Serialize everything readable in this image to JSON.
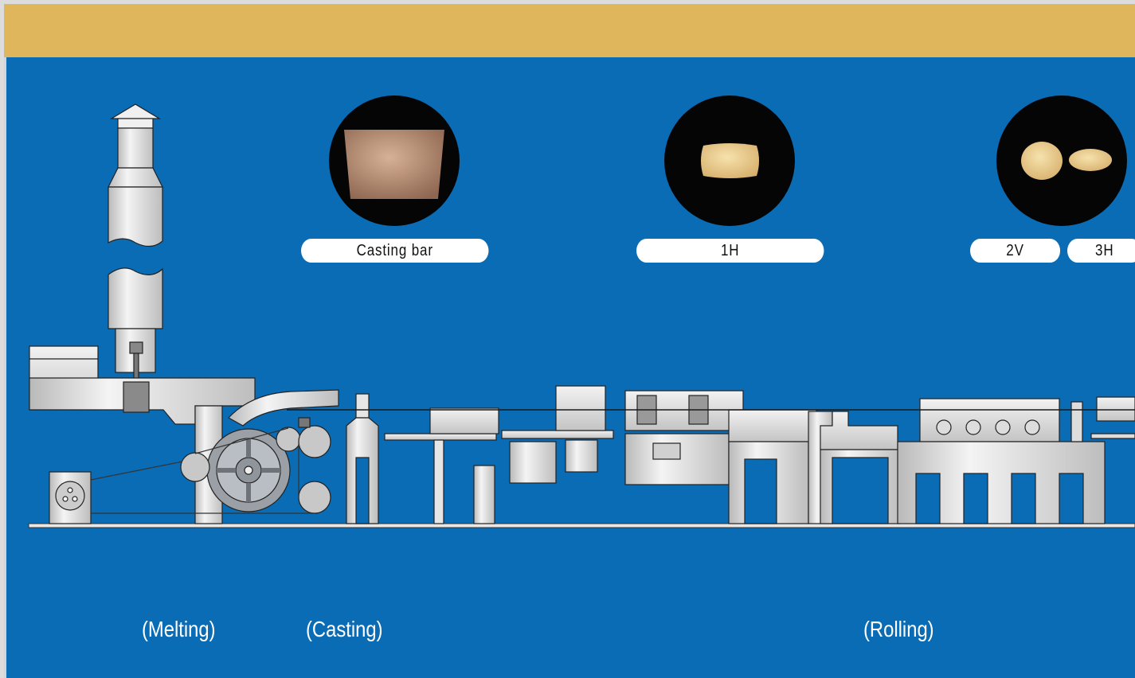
{
  "samples": [
    {
      "label": "Casting bar",
      "shape": "trapezoid"
    },
    {
      "label": "1H",
      "shape": "flat-oval"
    },
    {
      "label": "2V",
      "shape": "round"
    },
    {
      "label": "3H",
      "shape": "flat-oval"
    }
  ],
  "stages": {
    "melting": "(Melting)",
    "casting": "(Casting)",
    "rolling": "(Rolling)"
  },
  "colors": {
    "background": "#0a6cb5",
    "header_band": "#e0b65c",
    "machine": "#e6e6e6",
    "outline": "#222222",
    "sample_copper": "#b98b70",
    "sample_yellow": "#eccf8f"
  }
}
